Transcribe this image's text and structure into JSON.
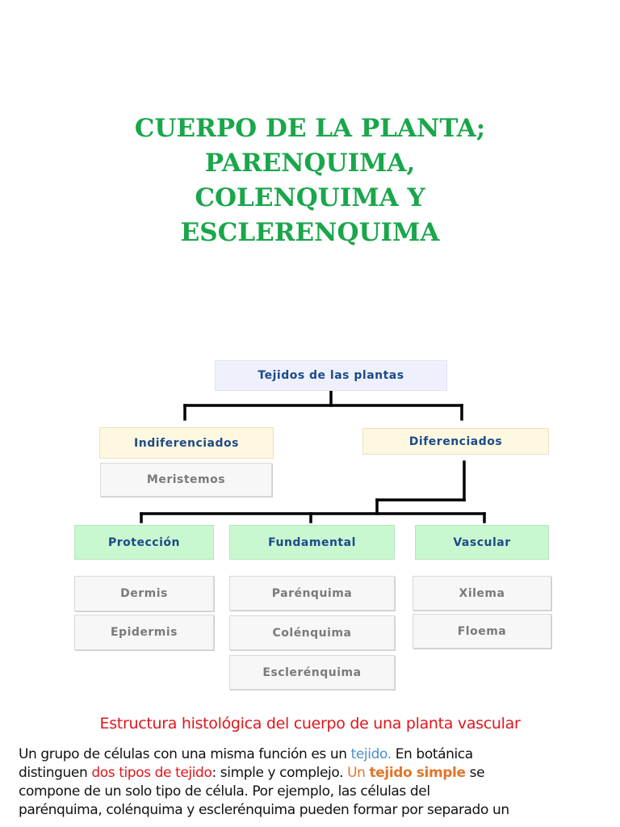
{
  "title_lines": [
    "CUERPO DE LA PLANTA;",
    "PARENQUIMA,",
    "COLENQUIMA Y",
    "ESCLERENQUIMA"
  ],
  "diagram": {
    "root": "Tejidos de las plantas",
    "left_category": "Indiferenciados",
    "right_category": "Diferenciados",
    "left_leaf": "Meristemos",
    "groups": [
      "Protección",
      "Fundamental",
      "Vascular"
    ],
    "proteccion_leaves": [
      "Dermis",
      "Epidermis"
    ],
    "fundamental_leaves": [
      "Parénquima",
      "Colénquima",
      "Esclerénquima"
    ],
    "vascular_leaves": [
      "Xilema",
      "Floema"
    ]
  },
  "section_heading": "Estructura histológica del cuerpo de una planta vascular",
  "paragraph": {
    "l1_a": "Un grupo de células con una misma función es un ",
    "l1_b": "tejido",
    "l1_c": ". ",
    "l1_d": "En botánica",
    "l2_a": "distinguen ",
    "l2_b": "dos tipos de tejido",
    "l2_c": ": simple y complejo. ",
    "l2_d": "Un ",
    "l2_e": "tejido simple",
    "l2_f": " se",
    "l3": "compone de un solo tipo de célula. Por ejemplo, las células del",
    "l4": "parénquima, colénquima y esclerénquima pueden formar por separado un"
  },
  "colors": {
    "title_green": "#1aa64b",
    "heading_red": "#e0151b",
    "link_blue": "#4a8fd0",
    "accent_orange": "#e0762a",
    "node_text": "#1c4a8a"
  }
}
